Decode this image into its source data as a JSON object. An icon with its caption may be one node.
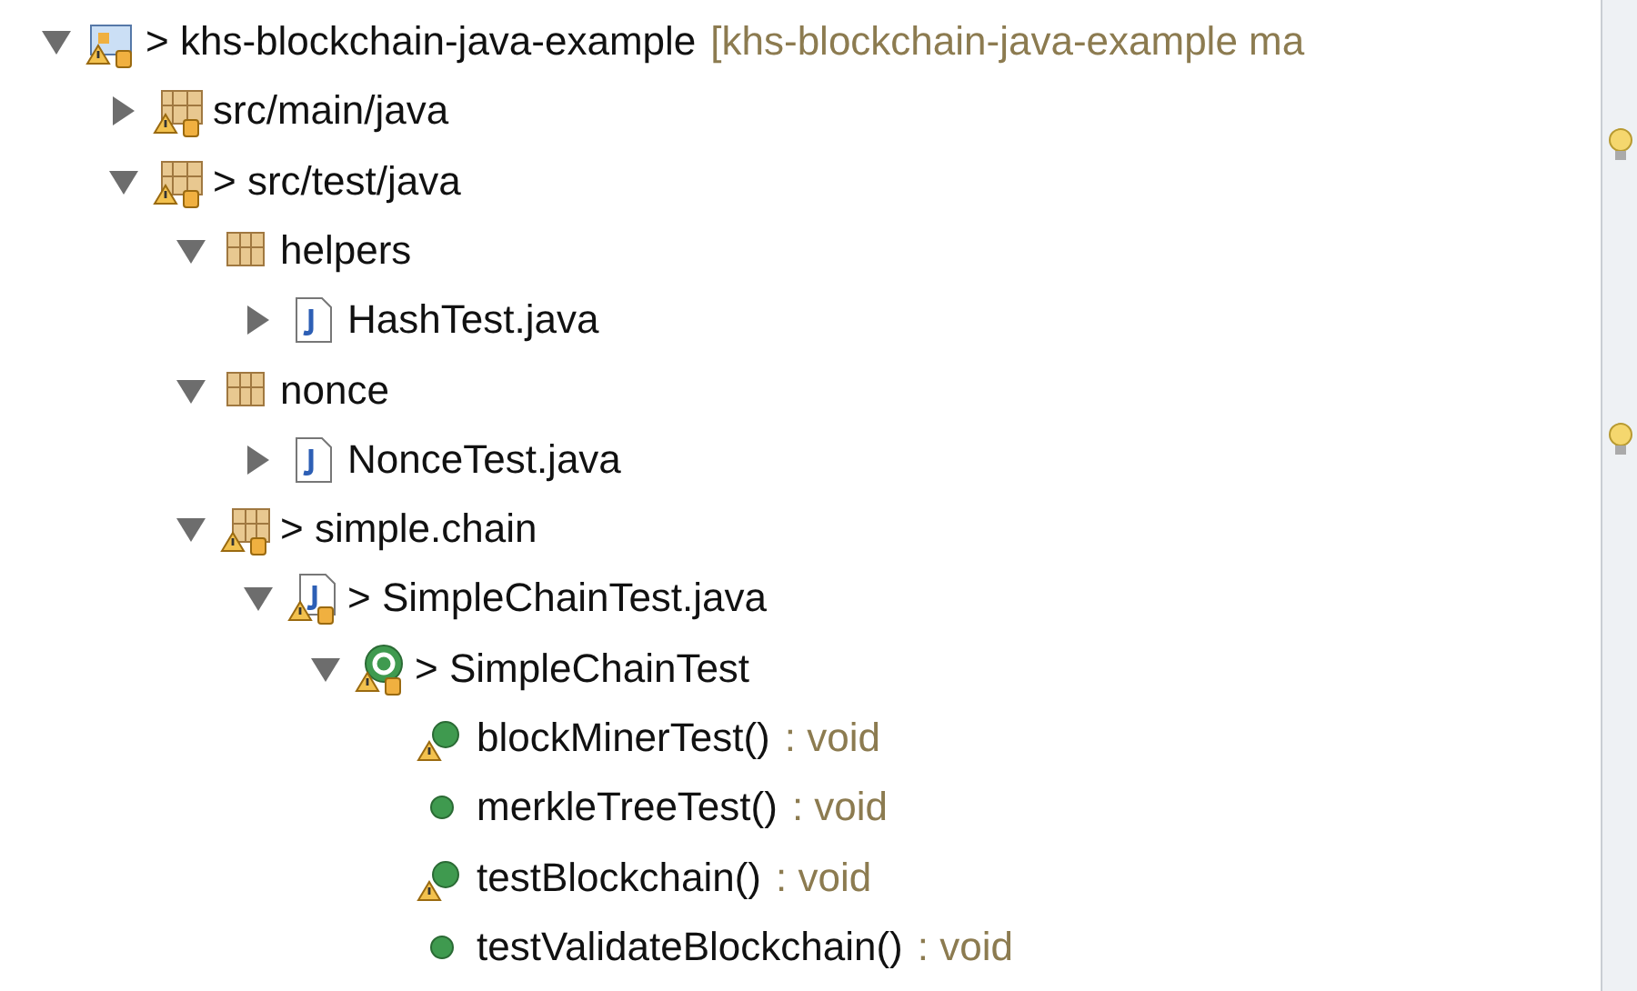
{
  "diagram": {
    "labels": [
      "> khs-blockchain-java-example",
      "[khs-blockchain-java-example ma",
      "src/main/java",
      "> src/test/java",
      "helpers",
      "HashTest.java",
      "nonce",
      "NonceTest.java",
      "> simple.chain",
      "> SimpleChainTest.java",
      "> SimpleChainTest",
      "blockMinerTest()",
      ": void",
      "merkleTreeTest()",
      ": void",
      "testBlockchain()",
      ": void",
      "testValidateBlockchain()",
      ": void"
    ]
  }
}
